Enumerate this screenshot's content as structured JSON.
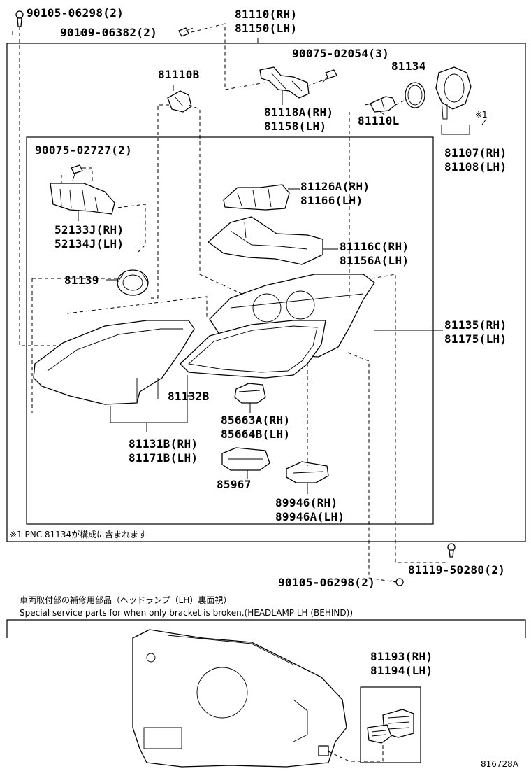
{
  "labels": {
    "bolt_top_left": "90105-06298(2)",
    "screw_top": "90109-06382(2)",
    "headlamp_assy_rh": "81110(RH)",
    "headlamp_assy_lh": "81150(LH)",
    "screw_top_right": "90075-02054(3)",
    "gasket": "81134",
    "bulb_b": "81110B",
    "bracket_rh": "81118A(RH)",
    "bracket_lh": "81158(LH)",
    "bulb_l": "81110L",
    "cover_note_mark": "※1",
    "socket_rh": "81107(RH)",
    "socket_lh": "81108(LH)",
    "screw_inner": "90075-02727(2)",
    "retainer_rh": "81126A(RH)",
    "retainer_lh": "81166(LH)",
    "side_bracket_rh": "52133J(RH)",
    "side_bracket_lh": "52134J(LH)",
    "reflector_rh": "81116C(RH)",
    "reflector_lh": "81156A(LH)",
    "cap": "81139",
    "housing_rh": "81135(RH)",
    "housing_lh": "81175(LH)",
    "seal": "81132B",
    "computer_rh": "85663A(RH)",
    "computer_lh": "85664B(LH)",
    "lens_rh": "81131B(RH)",
    "lens_lh": "81171B(LH)",
    "ecu": "85967",
    "ballast_rh": "89946(RH)",
    "ballast_lh": "89946A(LH)",
    "footnote": "※1  PNC 81134が構成に含まれます",
    "bolt_right": "81119-50280(2)",
    "bolt_bottom": "90105-06298(2)",
    "section_title_jp": "車両取付部の補修用部品（ヘッドランプ（LH）裏面視）",
    "section_title_en": "Special service parts for when only bracket is broken.(HEADLAMP LH (BEHIND))",
    "repair_kit_rh": "81193(RH)",
    "repair_kit_lh": "81194(LH)",
    "drawing_number": "816728A"
  }
}
